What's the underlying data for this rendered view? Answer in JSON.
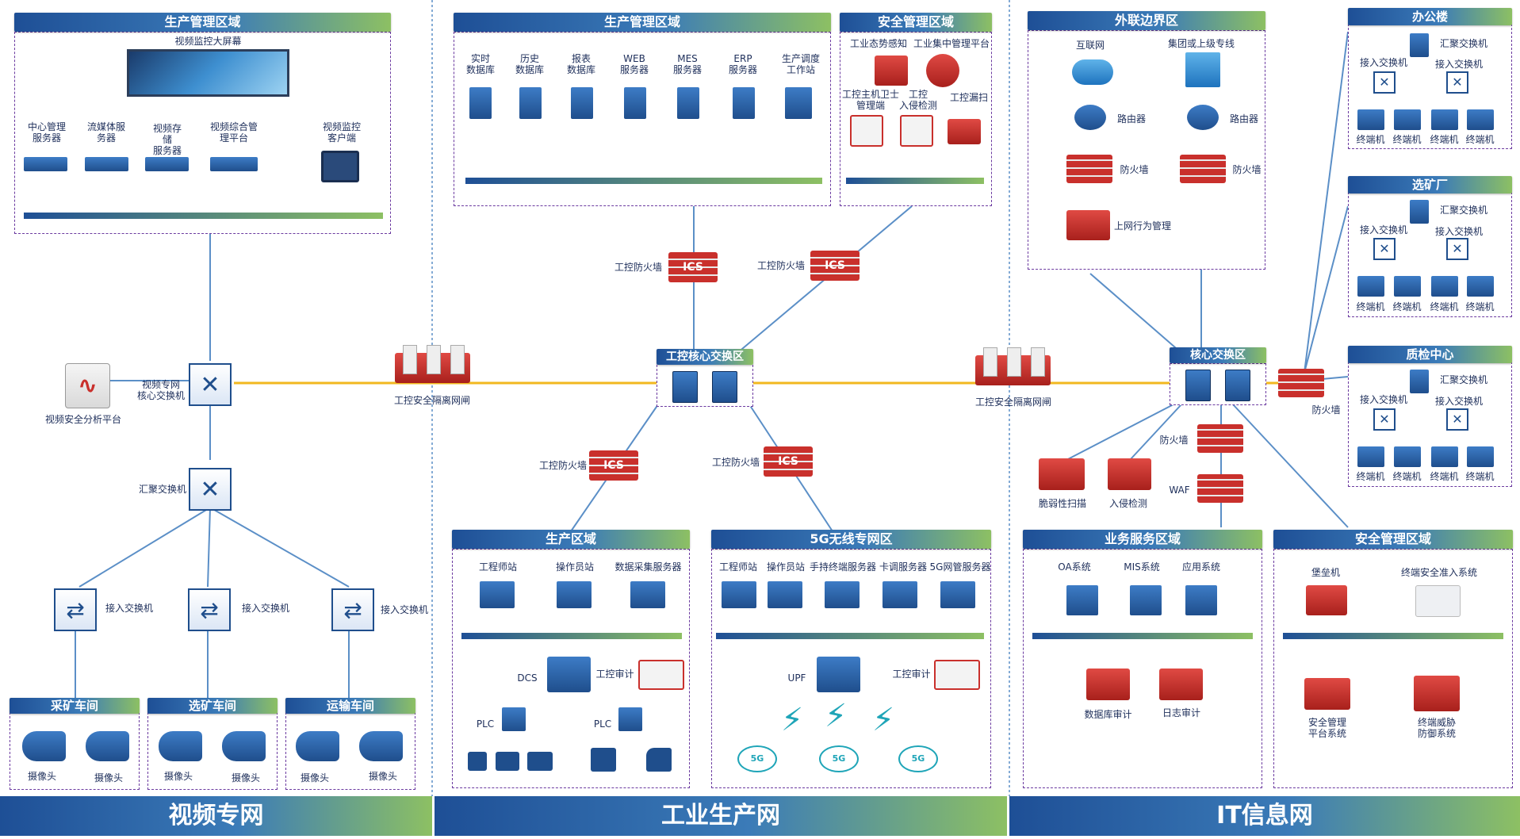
{
  "sections": {
    "video": "视频专网",
    "industrial": "工业生产网",
    "it": "IT信息网"
  },
  "video_net": {
    "prod_zone_title": "生产管理区域",
    "big_screen": "视频监控大屏幕",
    "servers": [
      "中心管理\n服务器",
      "流媒体服\n务器",
      "视频存\n储\n服务器",
      "视频综合管\n理平台",
      "视频监控\n客户端"
    ],
    "analysis_platform": "视频安全分析平台",
    "core_switch": "视频专网\n核心交换机",
    "agg_switch": "汇聚交换机",
    "access_switch": "接入交换机",
    "workshops": [
      "采矿车间",
      "选矿车间",
      "运输车间"
    ],
    "camera": "摄像头"
  },
  "industrial_net": {
    "prod_mgmt_title": "生产管理区域",
    "prod_mgmt_servers": [
      "实时\n数据库",
      "历史\n数据库",
      "报表\n数据库",
      "WEB\n服务器",
      "MES\n服务器",
      "ERP\n服务器",
      "生产调度\n工作站"
    ],
    "sec_mgmt_title": "安全管理区域",
    "sec_items": [
      "工业态势感知",
      "工业集中管理平台",
      "工控主机卫士\n管理端",
      "工控\n入侵检测",
      "工控漏扫"
    ],
    "ics_firewall": "工控防火墙",
    "isolation_gateway": "工控安全隔离网闸",
    "core_zone_title": "工控核心交换区",
    "prod_zone_title": "生产区域",
    "prod_zone_items": [
      "工程师站",
      "操作员站",
      "数据采集服务器"
    ],
    "dcs": "DCS",
    "audit": "工控审计",
    "plc": "PLC",
    "wireless_title": "5G无线专网区",
    "wireless_items": [
      "工程师站",
      "操作员站",
      "手持终端服务器",
      "卡调服务器",
      "5G网管服务器"
    ],
    "upf": "UPF",
    "fiveg": "5G",
    "ics_text": "ICS"
  },
  "it_net": {
    "border_title": "外联边界区",
    "internet": "互联网",
    "group_line": "集团或上级专线",
    "router": "路由器",
    "firewall": "防火墙",
    "behavior": "上网行为管理",
    "core_title": "核心交换区",
    "vuln_scan": "脆弱性扫描",
    "ids": "入侵检测",
    "waf": "WAF",
    "biz_title": "业务服务区域",
    "biz_items": [
      "OA系统",
      "MIS系统",
      "应用系统"
    ],
    "db_audit": "数据库审计",
    "log_audit": "日志审计",
    "sec_title": "安全管理区域",
    "bastion": "堡垒机",
    "nac": "终端安全准入系统",
    "sec_platform": "安全管理\n平台系统",
    "edr": "终端威胁\n防御系统",
    "buildings": [
      "办公楼",
      "选矿厂",
      "质检中心"
    ],
    "agg_switch": "汇聚交换机",
    "access_switch": "接入交换机",
    "terminal": "终端机"
  },
  "colors": {
    "title_gradient": [
      "#1e4f96",
      "#3b7bb8",
      "#8dc063"
    ],
    "zone_border": "#6b3aa0",
    "link_blue": "#5b8fc7",
    "link_yellow": "#f2b81f",
    "firewall_red": "#c9302c",
    "device_blue": "#1f4e8c"
  }
}
